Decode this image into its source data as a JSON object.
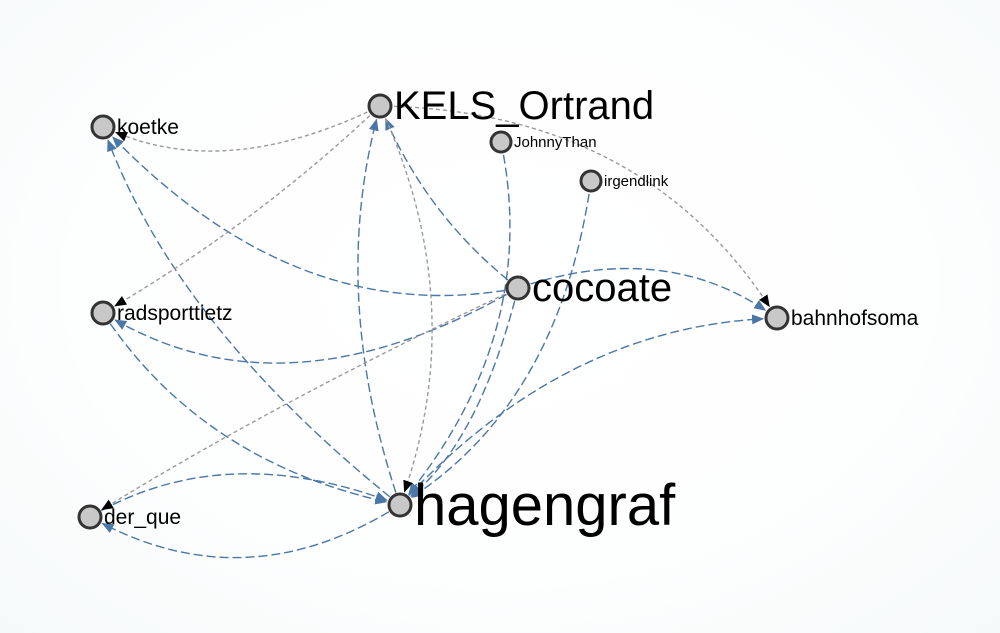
{
  "graph": {
    "nodes": [
      {
        "id": "kels",
        "label": "KELS_Ortrand",
        "size": "large"
      },
      {
        "id": "koetke",
        "label": "koetke",
        "size": "medium"
      },
      {
        "id": "johnny",
        "label": "JohnnyThan",
        "size": "small"
      },
      {
        "id": "irgendlink",
        "label": "irgendlink",
        "size": "small"
      },
      {
        "id": "cocoate",
        "label": "cocoate",
        "size": "large"
      },
      {
        "id": "bahnhofsoma",
        "label": "bahnhofsoma",
        "size": "medium"
      },
      {
        "id": "radsporttietz",
        "label": "radsporttietz",
        "size": "medium"
      },
      {
        "id": "hagengraf",
        "label": "hagengraf",
        "size": "xlarge"
      },
      {
        "id": "der_que",
        "label": "der_que",
        "size": "medium"
      }
    ],
    "edges": [
      {
        "source": "hagengraf",
        "target": "kels",
        "style": "blue"
      },
      {
        "source": "cocoate",
        "target": "kels",
        "style": "blue"
      },
      {
        "source": "hagengraf",
        "target": "koetke",
        "style": "blue"
      },
      {
        "source": "cocoate",
        "target": "koetke",
        "style": "blue"
      },
      {
        "source": "cocoate",
        "target": "radsporttietz",
        "style": "blue"
      },
      {
        "source": "cocoate",
        "target": "bahnhofsoma",
        "style": "blue"
      },
      {
        "source": "hagengraf",
        "target": "bahnhofsoma",
        "style": "blue"
      },
      {
        "source": "radsporttietz",
        "target": "hagengraf",
        "style": "blue"
      },
      {
        "source": "der_que",
        "target": "hagengraf",
        "style": "blue"
      },
      {
        "source": "hagengraf",
        "target": "der_que",
        "style": "blue"
      },
      {
        "source": "cocoate",
        "target": "hagengraf",
        "style": "blue"
      },
      {
        "source": "johnny",
        "target": "hagengraf",
        "style": "blue"
      },
      {
        "source": "irgendlink",
        "target": "hagengraf",
        "style": "blue"
      },
      {
        "source": "kels",
        "target": "hagengraf",
        "style": "gray"
      },
      {
        "source": "kels",
        "target": "koetke",
        "style": "gray"
      },
      {
        "source": "kels",
        "target": "radsporttietz",
        "style": "gray"
      },
      {
        "source": "kels",
        "target": "bahnhofsoma",
        "style": "gray"
      },
      {
        "source": "cocoate",
        "target": "der_que",
        "style": "gray"
      }
    ],
    "colors": {
      "blue_edge": "#4a76a8",
      "gray_edge": "#9a9a9a",
      "node_fill": "#c8c8c8",
      "node_stroke": "#333333",
      "arrow_blue": "#4a76a8",
      "arrow_black": "#000000"
    }
  }
}
